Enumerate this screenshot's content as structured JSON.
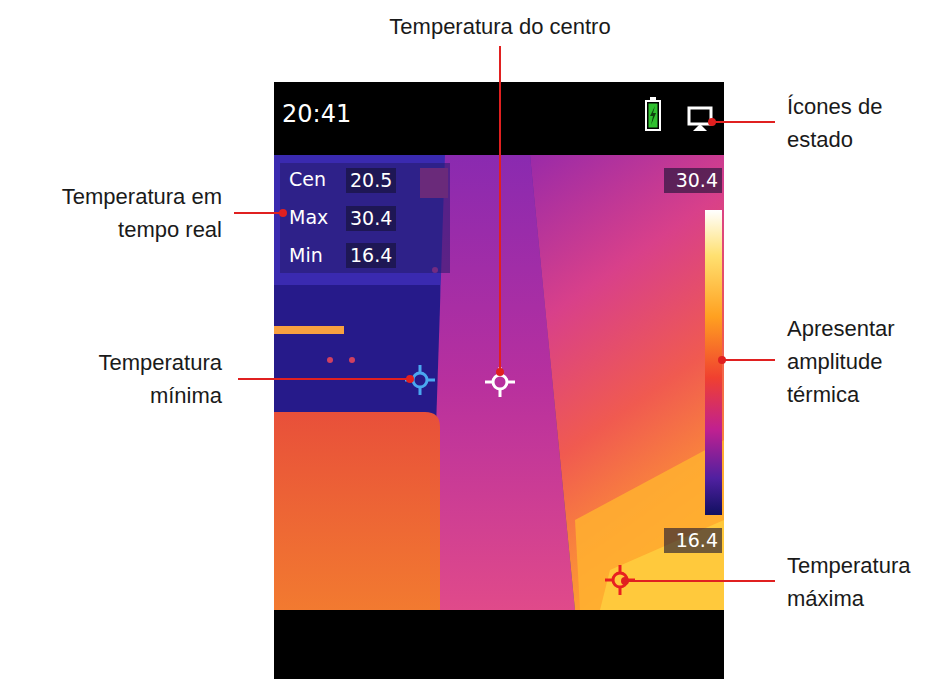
{
  "diagram": {
    "labels": [
      "Temperatura do centro",
      "Ícones de estado",
      "20:41",
      "Temperatura em tempo real",
      "Cen",
      "20.5",
      "30.4",
      "Max",
      "30.4",
      "Min",
      "16.4",
      "Temperatura mínima",
      "Apresentar amplitude térmica",
      "16.4",
      "Temperatura máxima"
    ]
  }
}
